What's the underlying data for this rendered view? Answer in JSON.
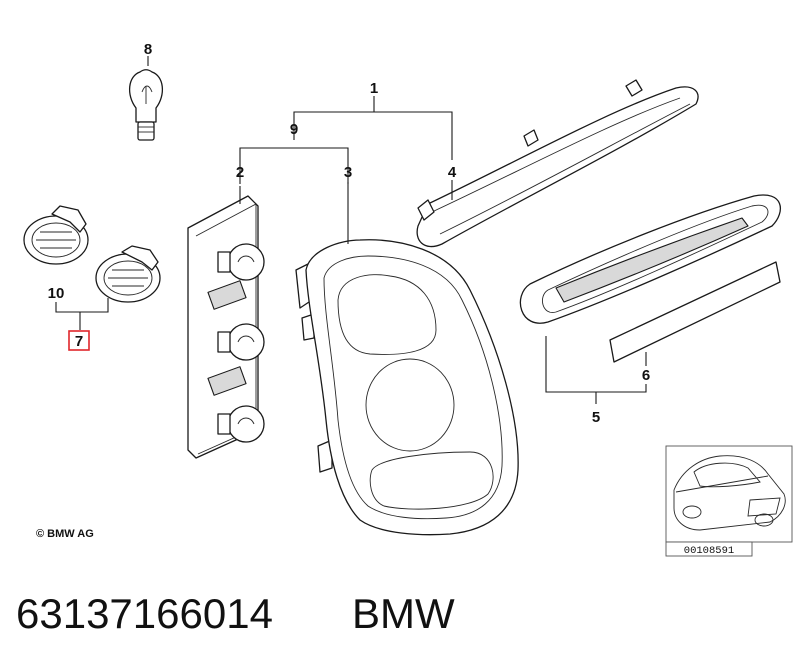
{
  "callouts": {
    "c1": "1",
    "c2": "2",
    "c3": "3",
    "c4": "4",
    "c5": "5",
    "c6": "6",
    "c7": "7",
    "c8": "8",
    "c9": "9",
    "c10": "10"
  },
  "highlighted_callout": "7",
  "highlight_color": "#e0262b",
  "copyright": "© BMW AG",
  "thumbnail_ref": "00108591",
  "part_number": "63137166014",
  "brand": "BMW"
}
